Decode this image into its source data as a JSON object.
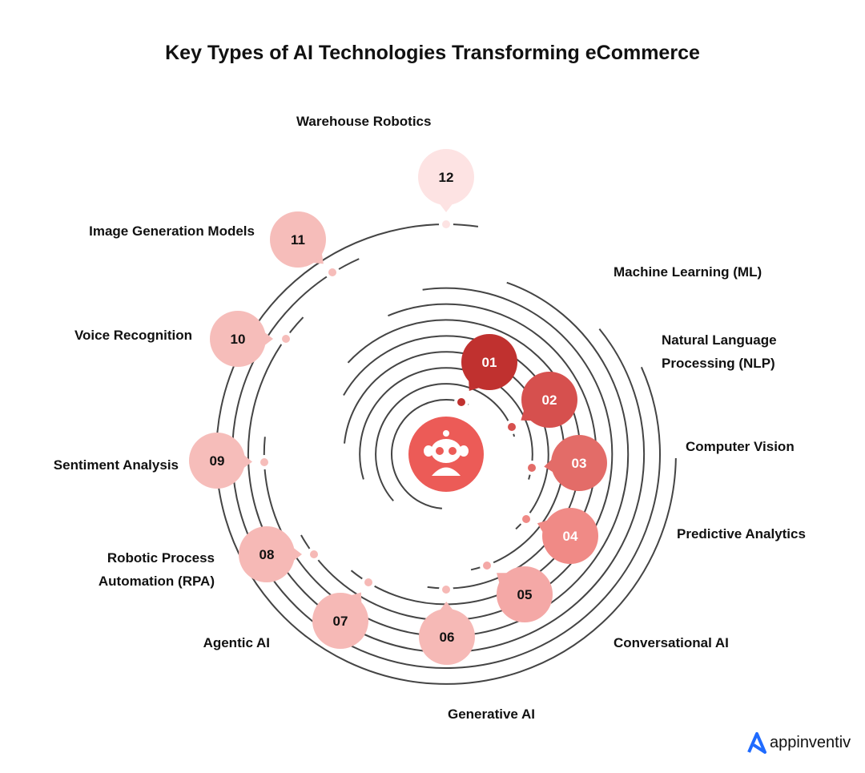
{
  "title": "Key Types of AI Technologies Transforming eCommerce",
  "center_icon": "robot-icon",
  "items": [
    {
      "num": "01",
      "label": "Machine Learning (ML)",
      "color": "#C0312F",
      "text_color": "#ffffff"
    },
    {
      "num": "02",
      "label": "Natural Language Processing (NLP)",
      "color": "#D6504E",
      "text_color": "#ffffff"
    },
    {
      "num": "03",
      "label": "Computer Vision",
      "color": "#E36C68",
      "text_color": "#ffffff"
    },
    {
      "num": "04",
      "label": "Predictive Analytics",
      "color": "#F08A86",
      "text_color": "#ffffff"
    },
    {
      "num": "05",
      "label": "Conversational AI",
      "color": "#F4A8A6",
      "text_color": "#111111"
    },
    {
      "num": "06",
      "label": "Generative AI",
      "color": "#F6B9B6",
      "text_color": "#111111"
    },
    {
      "num": "07",
      "label": "Agentic AI",
      "color": "#F6B9B6",
      "text_color": "#111111"
    },
    {
      "num": "08",
      "label": "Robotic Process Automation (RPA)",
      "color": "#F6B9B6",
      "text_color": "#111111"
    },
    {
      "num": "09",
      "label": "Sentiment Analysis",
      "color": "#F6BDBA",
      "text_color": "#111111"
    },
    {
      "num": "10",
      "label": "Voice Recognition",
      "color": "#F6BDBA",
      "text_color": "#111111"
    },
    {
      "num": "11",
      "label": "Image Generation Models",
      "color": "#F6BDBA",
      "text_color": "#111111"
    },
    {
      "num": "12",
      "label": "Warehouse Robotics",
      "color": "#FDE3E3",
      "text_color": "#111111"
    }
  ],
  "brand": {
    "name": "appinventiv",
    "color": "#1F6BFF"
  },
  "center_color": "#EC5B57"
}
